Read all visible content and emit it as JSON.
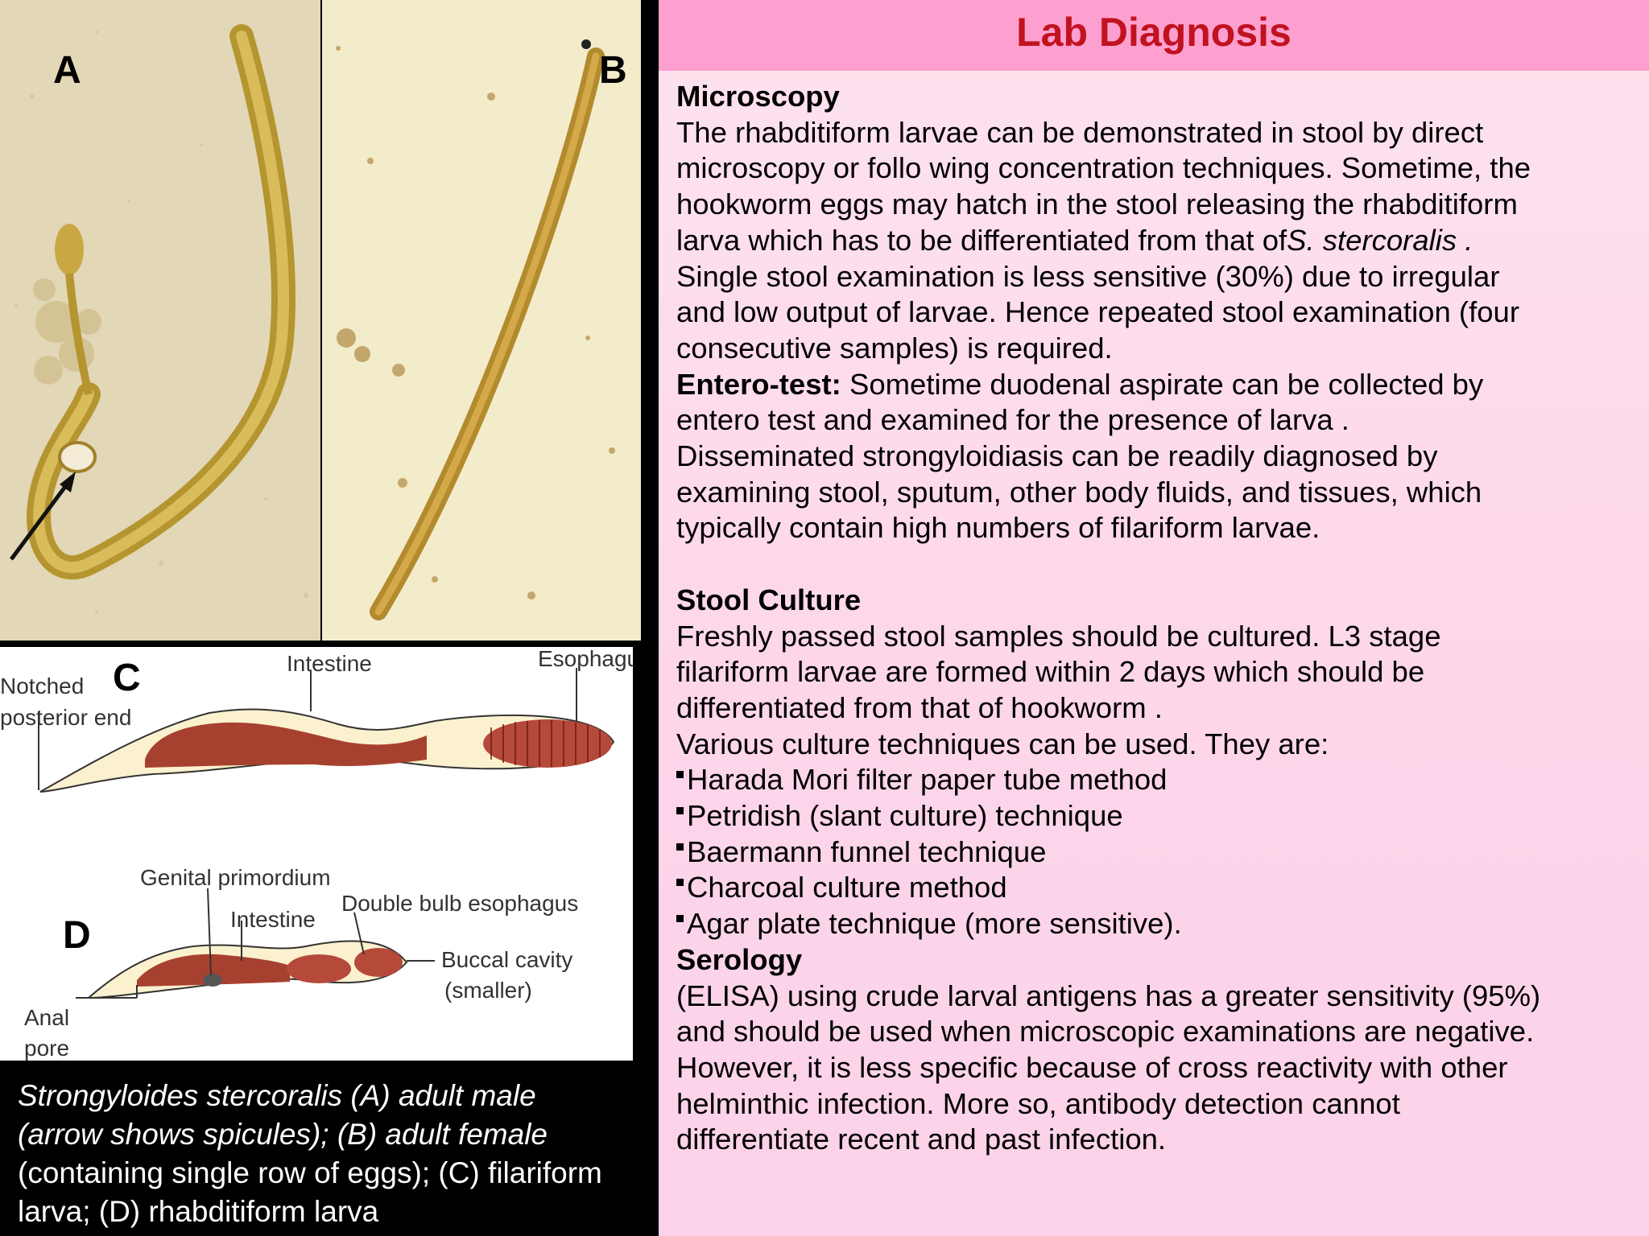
{
  "figure": {
    "labels": {
      "a": "A",
      "b": "B",
      "c": "C",
      "d": "D"
    },
    "diagram_c_labels": {
      "notched": "Notched",
      "posterior_end": "posterior end",
      "intestine": "Intestine",
      "esophagus": "Esophagus"
    },
    "diagram_d_labels": {
      "genital_primordium": "Genital primordium",
      "intestine": "Intestine",
      "double_bulb": "Double bulb esophagus",
      "buccal_cavity": "Buccal cavity",
      "smaller": "(smaller)",
      "anal": "Anal",
      "pore": "pore"
    },
    "caption": {
      "line1": "Strongyloides stercoralis (A) adult male",
      "line2": "(arrow shows spicules); (B) adult female",
      "line3": "(containing single row of eggs); (C) filariform",
      "line4": "larva; (D) rhabditiform larva"
    }
  },
  "panel": {
    "title": "Lab Diagnosis",
    "microscopy": {
      "heading": "Microscopy",
      "line1": "The rhabditiform  larvae can be demonstrated in stool by direct",
      "line2": "microscopy or follo wing concentration techniques. Sometime, the",
      "line3": "hookworm eggs may hatch in the stool releasing the rhabditiform",
      "line4a": "larva which has to be differentiated from that of",
      "line4b": "S. stercoralis .",
      "line5": "Single stool examination is less sensitive (30%) due to irregular",
      "line6": "and low output of larvae. Hence repeated stool examination (four",
      "line7": "consecutive samples) is required.",
      "entero_label": " Entero-test:",
      "entero_text": " Sometime duodenal aspirate can be collected by",
      "line9": "entero test and examined for the presence of larva .",
      "line10": "Disseminated strongyloidiasis can be readily diagnosed by",
      "line11": "examining stool, sputum, other body fluids, and tissues, which",
      "line12": "typically contain high numbers of filariform  larvae."
    },
    "culture": {
      "heading": "Stool Culture",
      "line1": "Freshly passed stool samples should be cultured. L3 stage",
      "line2": "filariform larvae are formed within 2 days which should be",
      "line3": "differentiated from that of hookworm .",
      "line4": "Various culture techniques can be used. They are:",
      "methods": [
        "Harada Mori filter paper tube method",
        "Petridish (slant culture) technique",
        "Baermann funnel technique",
        "Charcoal culture method",
        "Agar plate technique (more sensitive)."
      ]
    },
    "serology": {
      "heading": "Serology",
      "line1": "(ELISA) using crude larval antigens has a greater sensitivity (95%)",
      "line2": "and should be used when microscopic examinations are negative.",
      "line3": "However, it is less specific because of cross reactivity with other",
      "line4": "helminthic infection. More so, antibody detection cannot",
      "line5": "differentiate recent and past infection."
    }
  }
}
